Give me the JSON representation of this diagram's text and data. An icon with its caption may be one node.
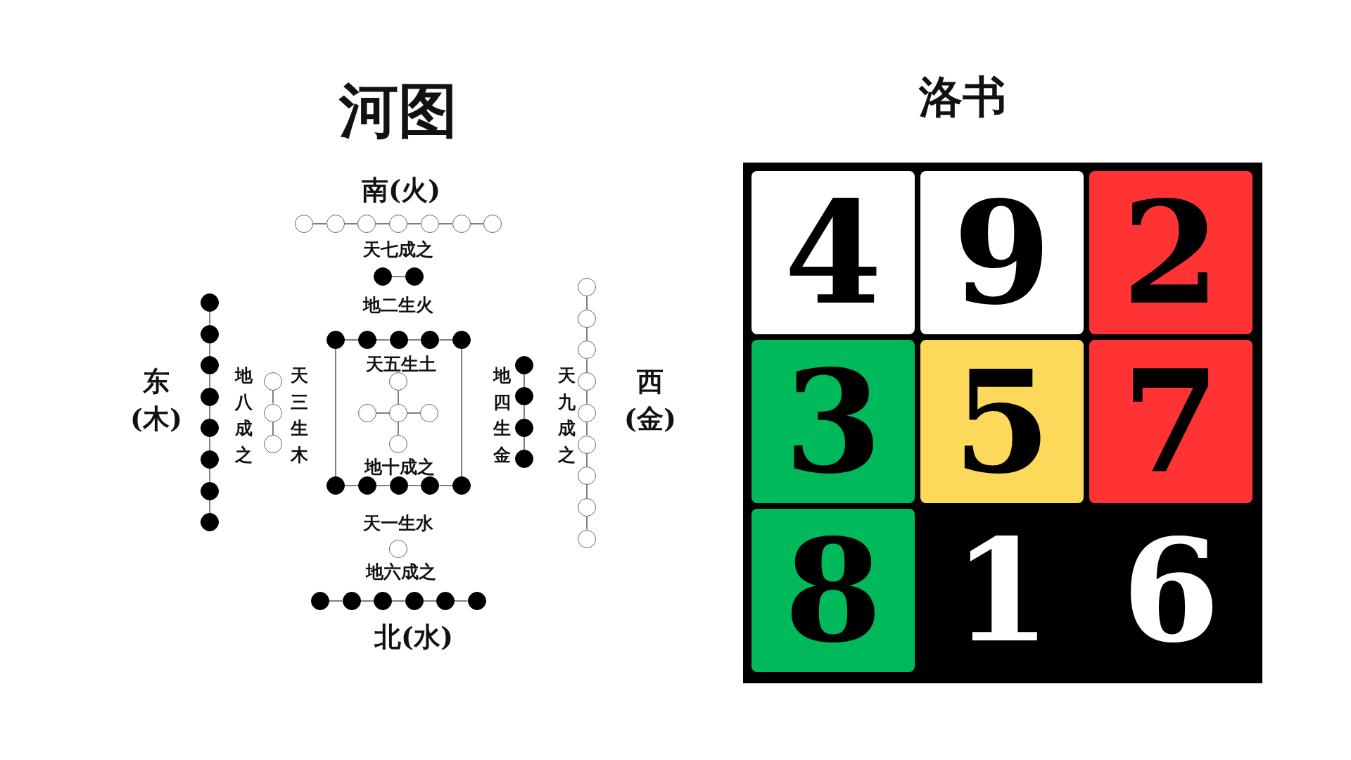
{
  "diagram": {
    "nodes": [
      {
        "text": [],
        "shape": "circle"
      },
      {
        "text": [],
        "shape": "circle"
      },
      {
        "text": [],
        "shape": "circle"
      },
      {
        "text": [],
        "shape": "circle"
      },
      {
        "text": [],
        "shape": "circle"
      },
      {
        "text": [],
        "shape": "circle"
      },
      {
        "text": [],
        "shape": "circle"
      },
      {
        "text": [],
        "shape": "circle"
      },
      {
        "text": [],
        "shape": "circle"
      },
      {
        "text": [],
        "shape": "circle"
      },
      {
        "text": [],
        "shape": "circle"
      },
      {
        "text": [],
        "shape": "circle"
      },
      {
        "text": [],
        "shape": "circle"
      },
      {
        "text": [],
        "shape": "circle"
      },
      {
        "text": [],
        "shape": "circle"
      },
      {
        "text": [],
        "shape": "circle"
      },
      {
        "text": [],
        "shape": "circle"
      },
      {
        "text": [],
        "shape": "circle"
      },
      {
        "text": [],
        "shape": "circle"
      },
      {
        "text": [],
        "shape": "circle"
      },
      {
        "text": [],
        "shape": "circle"
      },
      {
        "text": [],
        "shape": "circle"
      },
      {
        "text": [],
        "shape": "circle"
      },
      {
        "text": [],
        "shape": "circle"
      },
      {
        "text": [],
        "shape": "circle"
      },
      {
        "text": [],
        "shape": "circle"
      },
      {
        "text": [],
        "shape": "circle"
      },
      {
        "text": [],
        "shape": "circle"
      },
      {
        "text": [],
        "shape": "circle"
      },
      {
        "text": [],
        "shape": "circle"
      },
      {
        "text": [],
        "shape": "circle"
      },
      {
        "text": [],
        "shape": "circle"
      },
      {
        "text": [],
        "shape": "circle"
      },
      {
        "text": [],
        "shape": "circle"
      },
      {
        "text": [],
        "shape": "circle"
      },
      {
        "text": [],
        "shape": "circle"
      },
      {
        "text": [],
        "shape": "circle"
      },
      {
        "text": [],
        "shape": "circle"
      },
      {
        "text": [],
        "shape": "circle"
      },
      {
        "text": [],
        "shape": "circle"
      },
      {
        "text": [],
        "shape": "circle"
      },
      {
        "text": [],
        "shape": "circle"
      },
      {
        "text": [],
        "shape": "circle"
      },
      {
        "text": [],
        "shape": "circle"
      },
      {
        "text": [],
        "shape": "circle"
      },
      {
        "text": [],
        "shape": "circle"
      },
      {
        "text": [],
        "shape": "circle"
      },
      {
        "text": [],
        "shape": "circle"
      },
      {
        "text": [],
        "shape": "circle"
      },
      {
        "text": [],
        "shape": "circle"
      },
      {
        "text": [],
        "shape": "circle"
      },
      {
        "text": [],
        "shape": "circle"
      },
      {
        "text": [],
        "shape": "circle"
      },
      {
        "text": [],
        "shape": "circle"
      },
      {
        "text": [],
        "shape": "circle"
      },
      {
        "text": [],
        "shape": "box"
      },
      {
        "text": [
          "4"
        ],
        "in": 55
      },
      {
        "text": [
          "9"
        ],
        "in": 55
      },
      {
        "text": [
          "2"
        ],
        "in": 55
      },
      {
        "text": [
          "3"
        ],
        "in": 55
      },
      {
        "text": [
          "5"
        ],
        "in": 55
      },
      {
        "text": [
          "7"
        ],
        "in": 55
      },
      {
        "text": [
          "8"
        ],
        "in": 55
      },
      {
        "text": [
          "1"
        ],
        "in": 55
      },
      {
        "text": [
          "6"
        ],
        "in": 55
      }
    ],
    "edges": [
      {
        "from": 0,
        "to": 1,
        "arrow": "none"
      },
      {
        "from": 1,
        "to": 2,
        "arrow": "none"
      },
      {
        "from": 2,
        "to": 3,
        "arrow": "none"
      },
      {
        "from": 3,
        "to": 4,
        "arrow": "none"
      },
      {
        "from": 4,
        "to": 5,
        "arrow": "none"
      },
      {
        "from": 5,
        "to": 6,
        "arrow": "none"
      },
      {
        "from": 7,
        "to": 8,
        "arrow": "none"
      },
      {
        "from": 9,
        "to": 10,
        "arrow": "none"
      },
      {
        "from": 10,
        "to": 11,
        "arrow": "none"
      },
      {
        "from": 11,
        "to": 12,
        "arrow": "none"
      },
      {
        "from": 12,
        "to": 13,
        "arrow": "none"
      },
      {
        "from": 14,
        "to": 16,
        "arrow": "none"
      },
      {
        "from": 15,
        "to": 16,
        "arrow": "none"
      },
      {
        "from": 16,
        "to": 17,
        "arrow": "none"
      },
      {
        "from": 16,
        "to": 18,
        "arrow": "none"
      },
      {
        "from": 19,
        "to": 20,
        "arrow": "none"
      },
      {
        "from": 20,
        "to": 21,
        "arrow": "none"
      },
      {
        "from": 21,
        "to": 22,
        "arrow": "none"
      },
      {
        "from": 22,
        "to": 23,
        "arrow": "none"
      },
      {
        "from": 9,
        "to": 19,
        "arrow": "none"
      },
      {
        "from": 13,
        "to": 23,
        "arrow": "none"
      },
      {
        "from": 24,
        "to": 25,
        "arrow": "none"
      },
      {
        "from": 25,
        "to": 26,
        "arrow": "none"
      },
      {
        "from": 26,
        "to": 27,
        "arrow": "none"
      },
      {
        "from": 27,
        "to": 28,
        "arrow": "none"
      },
      {
        "from": 28,
        "to": 29,
        "arrow": "none"
      },
      {
        "from": 29,
        "to": 30,
        "arrow": "none"
      },
      {
        "from": 30,
        "to": 31,
        "arrow": "none"
      },
      {
        "from": 32,
        "to": 33,
        "arrow": "none"
      },
      {
        "from": 33,
        "to": 34,
        "arrow": "none"
      },
      {
        "from": 35,
        "to": 36,
        "arrow": "none"
      },
      {
        "from": 36,
        "to": 37,
        "arrow": "none"
      },
      {
        "from": 37,
        "to": 38,
        "arrow": "none"
      },
      {
        "from": 39,
        "to": 40,
        "arrow": "none"
      },
      {
        "from": 40,
        "to": 41,
        "arrow": "none"
      },
      {
        "from": 41,
        "to": 42,
        "arrow": "none"
      },
      {
        "from": 42,
        "to": 43,
        "arrow": "none"
      },
      {
        "from": 43,
        "to": 44,
        "arrow": "none"
      },
      {
        "from": 44,
        "to": 45,
        "arrow": "none"
      },
      {
        "from": 45,
        "to": 46,
        "arrow": "none"
      },
      {
        "from": 46,
        "to": 47,
        "arrow": "none"
      },
      {
        "from": 49,
        "to": 50,
        "arrow": "none"
      },
      {
        "from": 50,
        "to": 51,
        "arrow": "none"
      },
      {
        "from": 51,
        "to": 52,
        "arrow": "none"
      },
      {
        "from": 52,
        "to": 53,
        "arrow": "none"
      },
      {
        "from": 53,
        "to": 54,
        "arrow": "none"
      }
    ],
    "labels": [
      "河图",
      "洛书",
      "南(火)",
      "天七成之",
      "地二生火",
      "东(木)",
      "地八成之",
      "天三生木",
      "天五生土",
      "地四生金",
      "天九成之",
      "西(金)",
      "地十成之",
      "天一生水",
      "地六成之",
      "北(水)"
    ]
  }
}
